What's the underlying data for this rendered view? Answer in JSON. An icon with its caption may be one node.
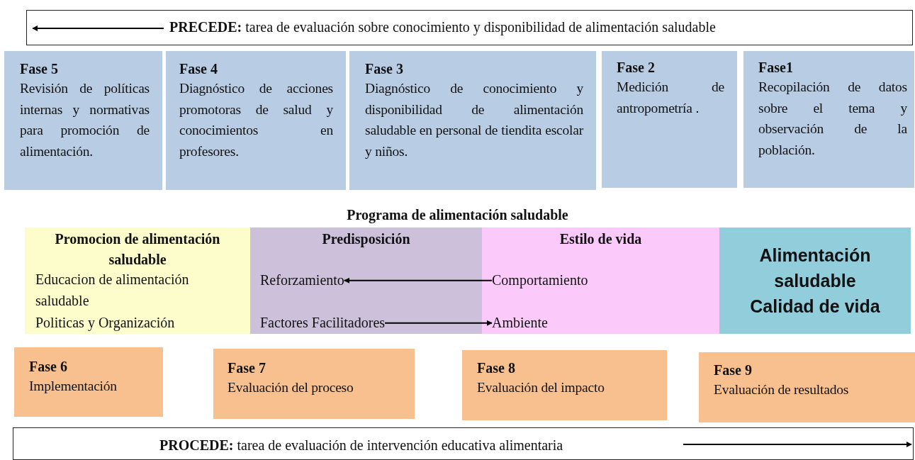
{
  "diagram": {
    "nodes": [
      {
        "text": [
          "**PRECEDE:** tarea de evaluación sobre conocimiento y disponibilidad de alimentación saludable"
        ]
      },
      {
        "text": [
          "Fase 5",
          "Revisión de políticas internas y normativas para promoción de alimentación."
        ]
      },
      {
        "text": [
          "Fase 4",
          "Diagnóstico de acciones promotoras de salud y conocimientos en profesores."
        ]
      },
      {
        "text": [
          "Fase 3",
          "Diagnóstico de conocimiento y disponibilidad de alimentación saludable en personal de tiendita escolar y niños."
        ]
      },
      {
        "text": [
          "Fase 2",
          "Medición de antropometría ."
        ]
      },
      {
        "text": [
          "Fase1",
          "Recopilación de datos sobre el tema y observación de la población."
        ]
      },
      {
        "text": [
          "Promocion de alimentación saludable"
        ]
      },
      {
        "text": [
          "Educacion de alimentación saludable"
        ],
        "in": 6
      },
      {
        "text": [
          "Politicas y Organización"
        ],
        "in": 6
      },
      {
        "text": [
          "Predisposición"
        ]
      },
      {
        "text": [
          "Reforzamiento"
        ],
        "in": 9
      },
      {
        "text": [
          "Factores Facilitadores"
        ],
        "in": 9
      },
      {
        "text": [
          "Estilo de vida"
        ]
      },
      {
        "text": [
          "Comportamiento"
        ],
        "in": 12
      },
      {
        "text": [
          "Ambiente"
        ],
        "in": 12
      },
      {
        "text": [
          "Alimentación saludable",
          "Calidad de vida"
        ]
      },
      {
        "text": [
          "Fase 6",
          "Implementación"
        ]
      },
      {
        "text": [
          "Fase 7",
          "Evaluación del proceso"
        ]
      },
      {
        "text": [
          "Fase 8",
          "Evaluación del impacto"
        ]
      },
      {
        "text": [
          "Fase 9",
          "Evaluación de resultados"
        ]
      },
      {
        "text": [
          "**PROCEDE:** tarea de evaluación de intervención educativa alimentaria"
        ]
      }
    ],
    "edges": [
      {
        "from": 13,
        "to": 10,
        "arrow": "to"
      },
      {
        "from": 11,
        "to": 14,
        "arrow": "to"
      }
    ],
    "labels": [
      "Programa de alimentación saludable"
    ]
  }
}
